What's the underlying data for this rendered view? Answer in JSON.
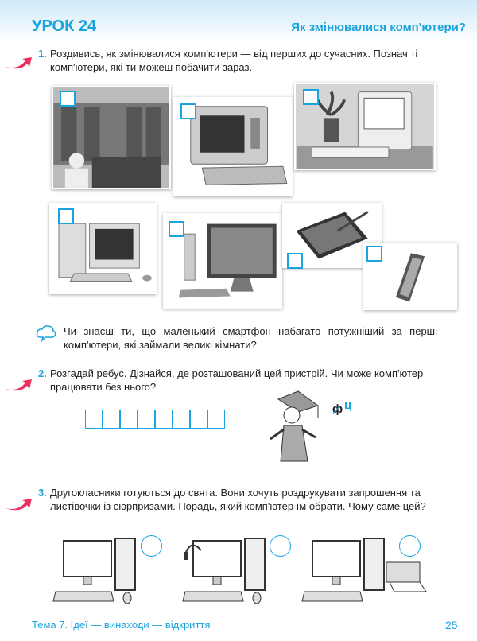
{
  "header": {
    "lesson": "УРОК 24",
    "topic": "Як змінювалися комп'ютери?"
  },
  "task1": {
    "number": "1.",
    "text": "Роздивись, як змінювалися комп'ютери — від перших до сучасних. Познач ті комп'ютери, які ти можеш побачити зараз."
  },
  "fact": {
    "text": "Чи знаєш ти, що маленький смартфон набагато потужніший за перші комп'ютери, які займали великі кімнати?"
  },
  "task2": {
    "number": "2.",
    "text": "Розгадай ребус. Дізнайся, де розташований цей пристрій. Чи може комп'ютер працювати без нього?",
    "rebus_crossed": "ф",
    "rebus_replacement": "ц",
    "answer_cells": 8
  },
  "task3": {
    "number": "3.",
    "text": "Другокласники готуються до свята. Вони хочуть роздрукувати запрошення та листівочки із сюрпризами. Порадь, який комп'ютер їм обрати. Чому саме цей?"
  },
  "footer": {
    "chapter": "Тема 7. Ідеї — винаходи — відкриття",
    "page": "25"
  },
  "colors": {
    "accent": "#1aa3dc",
    "arrow": "#ee2d5f"
  }
}
